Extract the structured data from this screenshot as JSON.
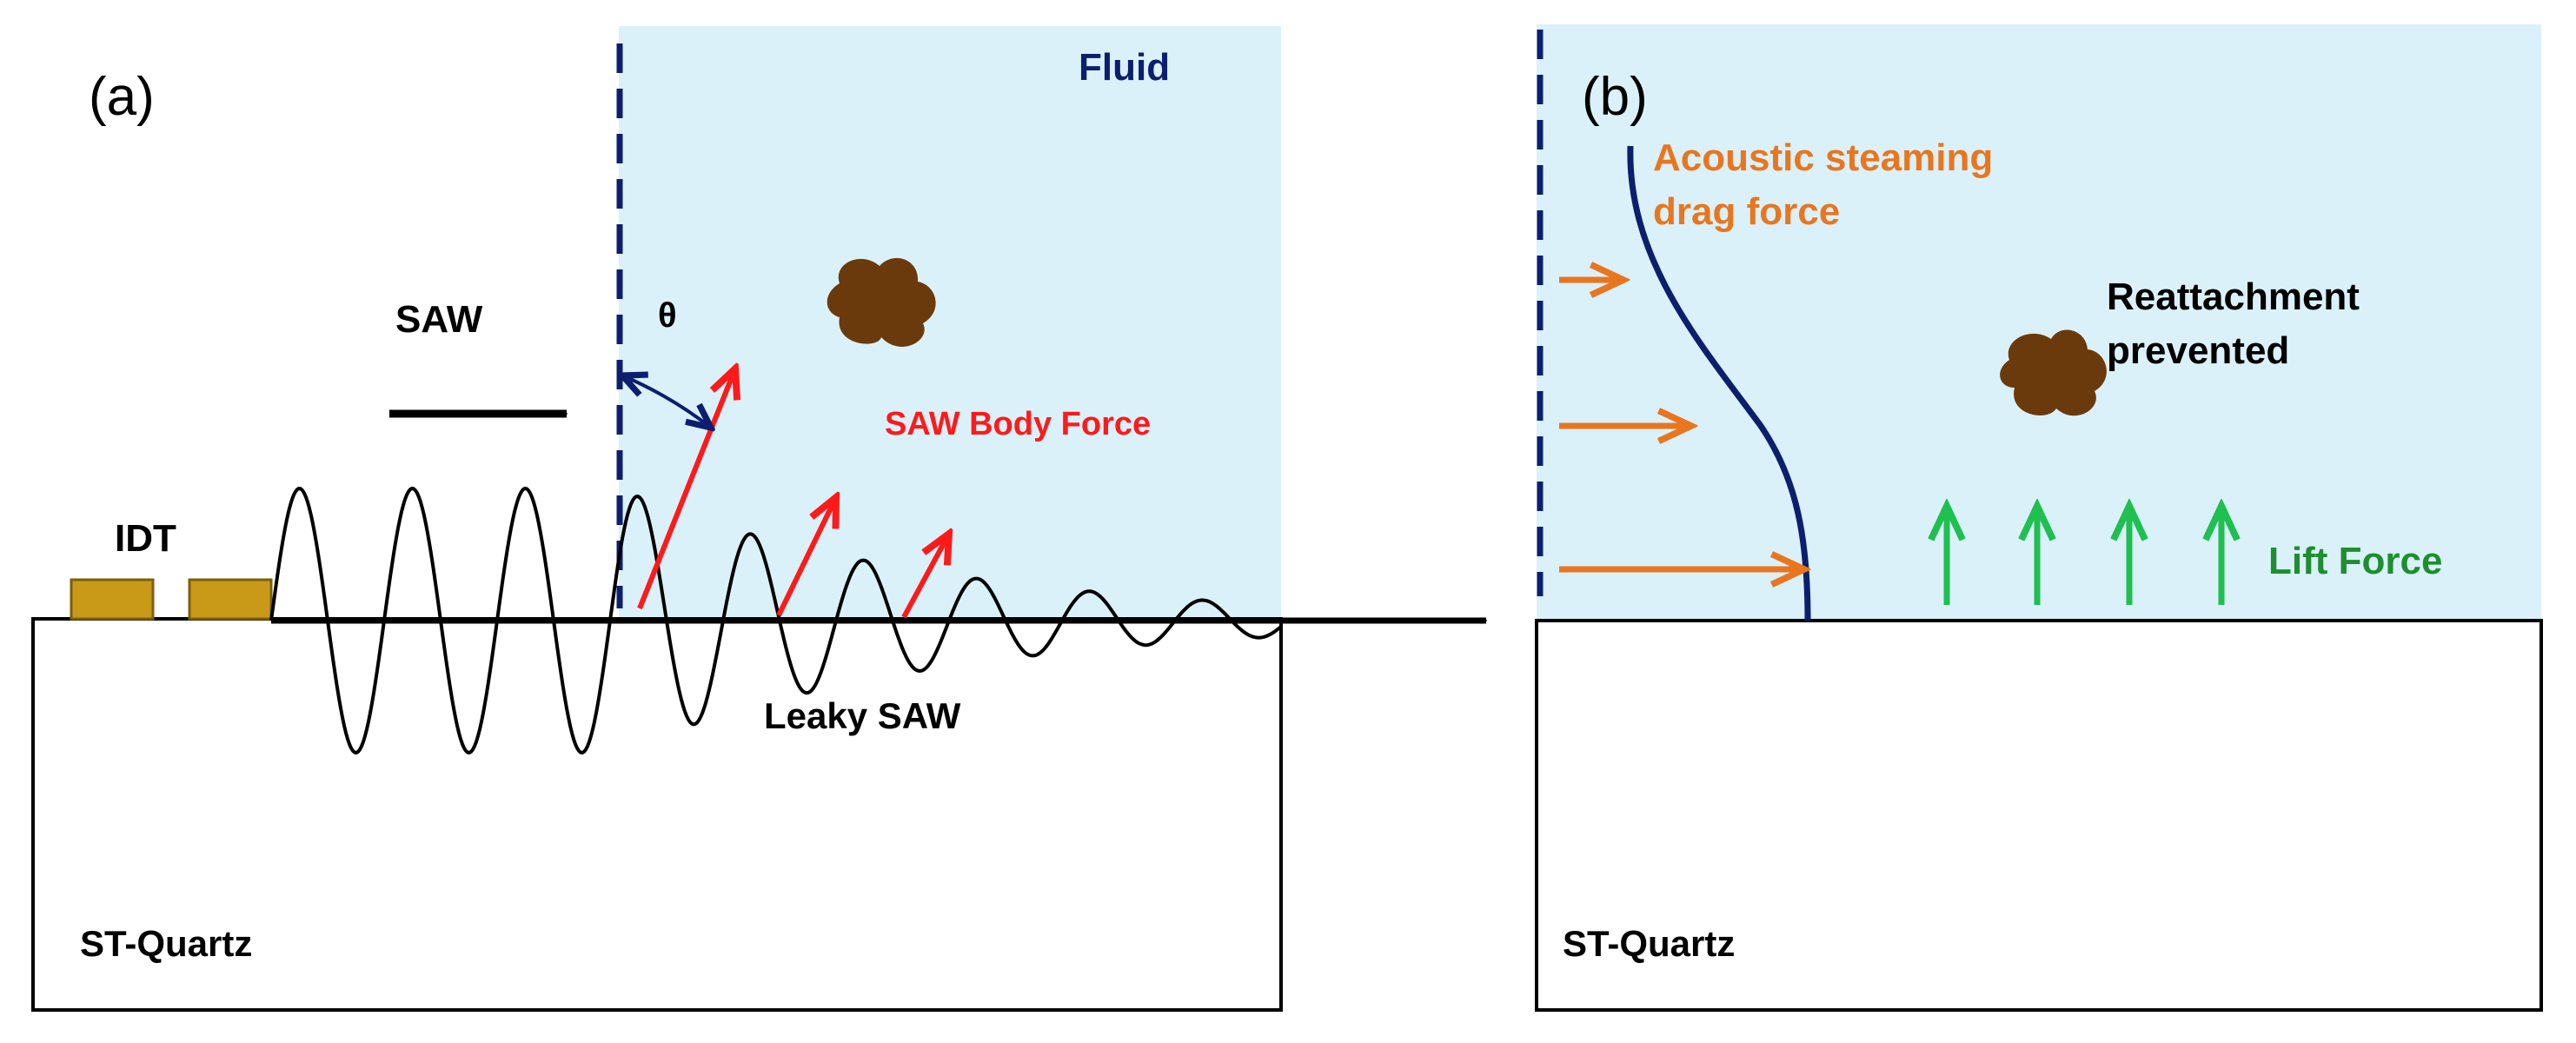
{
  "panel_a": {
    "label": "(a)",
    "fluid_label": "Fluid",
    "saw_label": "SAW",
    "theta_label": "θ",
    "body_force_label": "SAW Body Force",
    "idt_label": "IDT",
    "leaky_label": "Leaky SAW",
    "substrate_label": "ST-Quartz"
  },
  "panel_b": {
    "label": "(b)",
    "streaming_label_line1": "Acoustic steaming",
    "streaming_label_line2": "drag force",
    "reattach_line1": "Reattachment",
    "reattach_line2": "prevented",
    "lift_label": "Lift Force",
    "substrate_label": "ST-Quartz"
  },
  "colors": {
    "fluid": "#daf1fa",
    "navy": "#0c1f6e",
    "red": "#ff1a1a",
    "orange": "#e9761f",
    "green": "#1fbf50",
    "green_text": "#1e8e2e",
    "particle": "#6b3a0c",
    "idt": "#c99a17"
  }
}
